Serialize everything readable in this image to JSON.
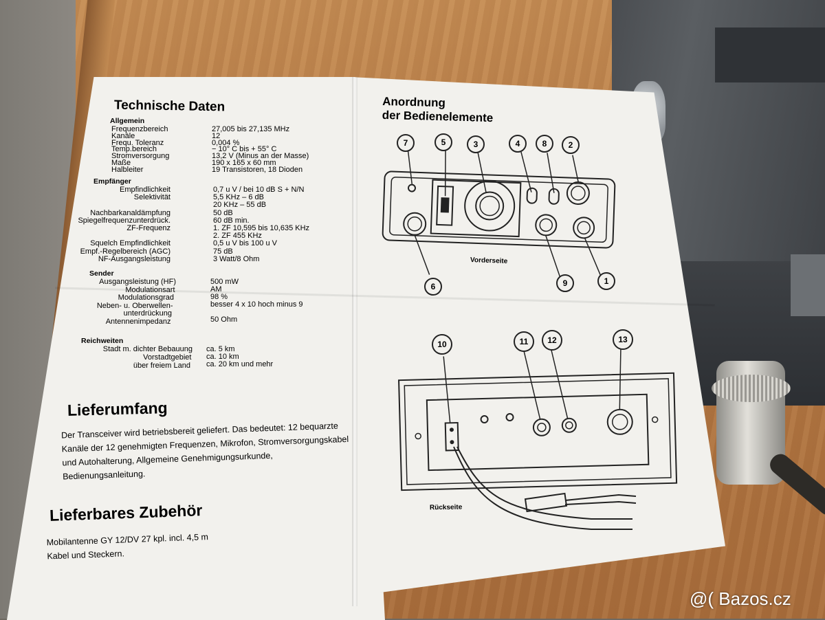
{
  "left_page": {
    "title": "Technische Daten",
    "sections": [
      {
        "name": "Allgemein",
        "rows": [
          {
            "label": "Frequenzbereich",
            "value": "27,005 bis 27,135 MHz"
          },
          {
            "label": "Kanäle",
            "value": "12"
          },
          {
            "label": "Frequ. Toleranz",
            "value": "0,004 %"
          },
          {
            "label": "Temp.bereich",
            "value": "− 10° C bis + 55° C"
          },
          {
            "label": "Stromversorgung",
            "value": "13,2 V (Minus an der Masse)"
          },
          {
            "label": "Maße",
            "value": "190 x 165 x 60 mm"
          },
          {
            "label": "Halbleiter",
            "value": "19 Transistoren, 18 Dioden"
          }
        ]
      },
      {
        "name": "Empfänger",
        "rows": [
          {
            "label": "Empfindlichkeit",
            "value": "0,7 u V / bei 10 dB S + N/N"
          },
          {
            "label": "Selektivität",
            "value": "5,5 KHz – 6 dB"
          },
          {
            "label": "",
            "value": "20 KHz – 55 dB"
          },
          {
            "label": "Nachbarkanaldämpfung",
            "value": "50 dB"
          },
          {
            "label": "Spiegelfrequenzunterdrück.",
            "value": "60 dB min."
          },
          {
            "label": "ZF-Frequenz",
            "value": "1. ZF 10,595 bis 10,635 KHz"
          },
          {
            "label": "",
            "value": "2. ZF 455 KHz"
          },
          {
            "label": "Squelch Empfindlichkeit",
            "value": "0,5 u V bis 100 u V"
          },
          {
            "label": "Empf.-Regelbereich (AGC)",
            "value": "75 dB"
          },
          {
            "label": "NF-Ausgangsleistung",
            "value": "3 Watt/8 Ohm"
          }
        ]
      },
      {
        "name": "Sender",
        "rows": [
          {
            "label": "Ausgangsleistung (HF)",
            "value": "500 mW"
          },
          {
            "label": "Modulationsart",
            "value": "AM"
          },
          {
            "label": "Modulationsgrad",
            "value": "98 %"
          },
          {
            "label": "Neben- u. Oberwellen-",
            "value": "besser 4 x 10 hoch minus 9"
          },
          {
            "label": "unterdrückung",
            "value": ""
          },
          {
            "label": "Antennenimpedanz",
            "value": "50 Ohm"
          }
        ]
      },
      {
        "name": "Reichweiten",
        "rows": [
          {
            "label": "Stadt m. dichter Bebauung",
            "value": "ca.  5 km"
          },
          {
            "label": "Vorstadtgebiet",
            "value": "ca. 10 km"
          },
          {
            "label": "über freiem Land",
            "value": "ca. 20 km und mehr"
          }
        ]
      }
    ],
    "lieferumfang_title": "Lieferumfang",
    "lieferumfang_text": "Der Transceiver wird betriebsbereit geliefert. Das bedeutet: 12 bequarzte Kanäle der 12 genehmigten Frequenzen, Mikrofon, Stromversorgungskabel und Autohalterung, Allgemeine Genehmigungsurkunde, Bedienungsanleitung.",
    "zubehoer_title": "Lieferbares Zubehör",
    "zubehoer_text": "Mobilantenne GY 12/DV 27 kpl. incl. 4,5 m Kabel und Steckern."
  },
  "right_page": {
    "title_line1": "Anordnung",
    "title_line2": "der Bedienelemente",
    "front_caption": "Vorderseite",
    "back_caption": "Rückseite",
    "front_numbers_top": [
      "7",
      "5",
      "3",
      "4",
      "8",
      "2"
    ],
    "front_numbers_bottom": [
      "6",
      "9",
      "1"
    ],
    "back_numbers": [
      "10",
      "11",
      "12",
      "13"
    ]
  },
  "watermark": "@( Bazos.cz"
}
